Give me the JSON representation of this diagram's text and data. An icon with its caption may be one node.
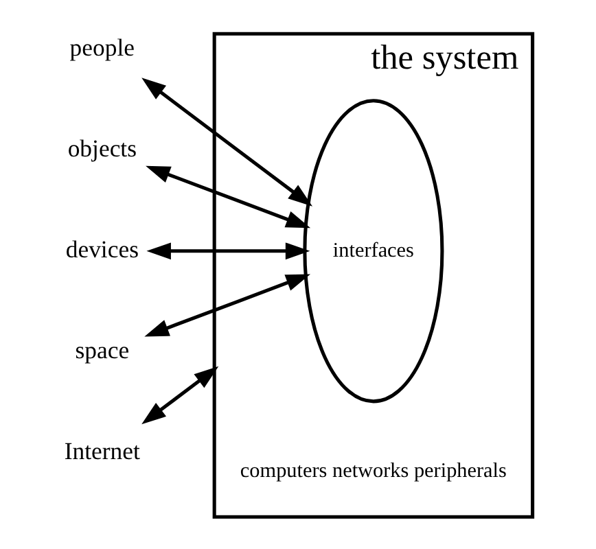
{
  "diagram": {
    "nodes": [
      {
        "text": [
          "the system"
        ]
      },
      {
        "text": [
          "interfaces"
        ],
        "in": 0
      },
      {
        "text": [
          "computers networks peripherals"
        ],
        "in": 0
      },
      {
        "text": [
          "people"
        ]
      },
      {
        "text": [
          "objects"
        ]
      },
      {
        "text": [
          "devices"
        ]
      },
      {
        "text": [
          "space"
        ]
      },
      {
        "text": [
          "Internet"
        ]
      }
    ],
    "edges": [
      {
        "from": 3,
        "to": 1,
        "arrow": "both"
      },
      {
        "from": 4,
        "to": 1,
        "arrow": "both"
      },
      {
        "from": 5,
        "to": 1,
        "arrow": "both"
      },
      {
        "from": 6,
        "to": 1,
        "arrow": "both"
      },
      {
        "from": 7,
        "to": 0,
        "arrow": "both"
      }
    ]
  }
}
